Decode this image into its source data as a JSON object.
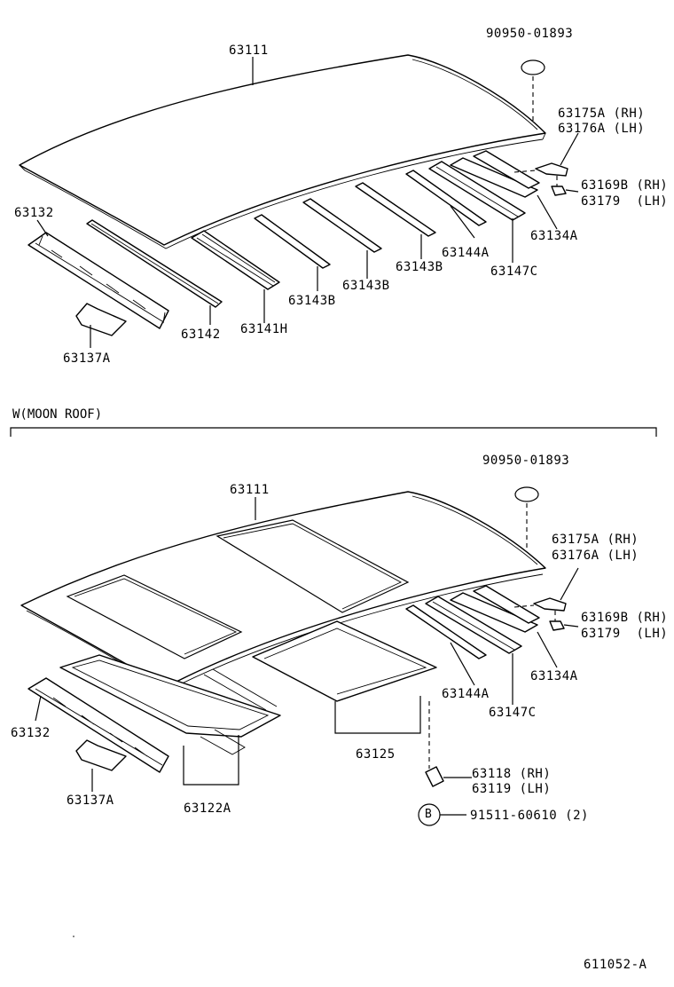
{
  "top": {
    "labels": {
      "roof_panel": "63111",
      "plug": "90950-01893",
      "bracket_a": "63175A (RH)",
      "bracket_b": "63176A (LH)",
      "clip_a": "63169B (RH)",
      "clip_b": "63179  (LH)",
      "front_header": "63132",
      "rail_63134a": "63134A",
      "bow_63144a": "63144A",
      "bow_63147c": "63147C",
      "bow_63143b_1": "63143B",
      "bow_63143b_2": "63143B",
      "bow_63143b_3": "63143B",
      "bow_63142": "63142",
      "bow_63141h": "63141H",
      "bracket_63137a": "63137A"
    }
  },
  "moonroof": {
    "section_title": "W(MOON ROOF)",
    "labels": {
      "roof_panel": "63111",
      "plug": "90950-01893",
      "bracket_a": "63175A (RH)",
      "bracket_b": "63176A (LH)",
      "clip_a": "63169B (RH)",
      "clip_b": "63179  (LH)",
      "front_header": "63132",
      "rail_63134a": "63134A",
      "bow_63144a": "63144A",
      "bow_63147c": "63147C",
      "bracket_63137a": "63137A",
      "reinforcement": "63122A",
      "frame": "63125",
      "bracket_rh": "63118 (RH)",
      "bracket_lh": "63119 (LH)",
      "ref_letter": "B",
      "bolt": "91511-60610 (2)"
    }
  },
  "footer": {
    "diagram_code": "611052-A"
  }
}
